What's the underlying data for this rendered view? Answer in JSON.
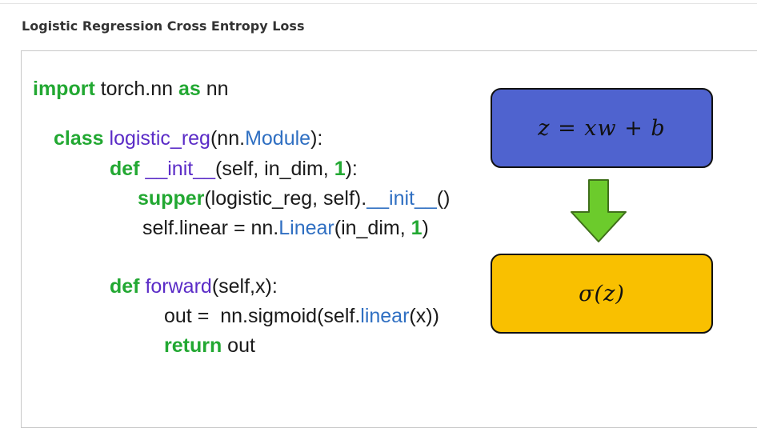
{
  "page": {
    "title": "Logistic Regression Cross Entropy Loss"
  },
  "code": {
    "l1": {
      "import": "import",
      "module": " torch.nn ",
      "as": "as",
      "alias": " nn"
    },
    "l2": {
      "class": "class",
      "name": " logistic_reg",
      "open": "(nn.",
      "base": "Module",
      "close": "):"
    },
    "l3": {
      "def": "def",
      "init": " __init__",
      "args": "(self, in_dim, ",
      "num": "1",
      "close": "):"
    },
    "l4": {
      "supper": "supper",
      "args": "(logistic_reg, self).",
      "init": "__init__",
      "close": "()"
    },
    "l5": {
      "lhs": "self.linear = nn.",
      "cls": "Linear",
      "args": "(in_dim, ",
      "num": "1",
      "close": ")"
    },
    "l6": {
      "def": "def",
      "name": " forward",
      "args": "(self,x):"
    },
    "l7": {
      "lhs": "out =  nn.sigmoid(self.",
      "attr": "linear",
      "args": "(x))"
    },
    "l8": {
      "ret": "return",
      "val": " out"
    }
  },
  "diagram": {
    "top_formula": "z = xw + b",
    "bottom_formula": "σ(z)",
    "colors": {
      "top_box": "#4f63cf",
      "bottom_box": "#f9c000",
      "arrow": "#6ccb2c"
    },
    "arrow_icon": "arrow-down-icon"
  }
}
